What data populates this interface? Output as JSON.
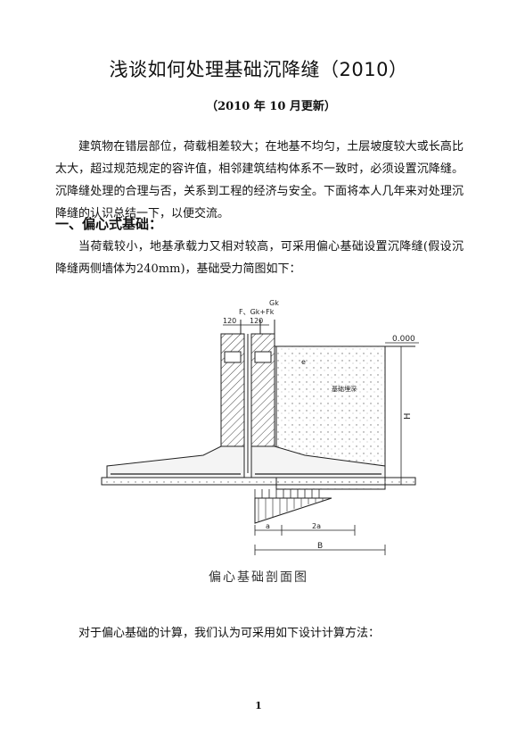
{
  "title": "浅谈如何处理基础沉降缝（2010）",
  "subtitle": "（2010 年 10 月更新）",
  "intro": "建筑物在错层部位，荷载相差较大；在地基不均匀，土层坡度较大或长高比太大，超过规范规定的容许值，相邻建筑结构体系不一致时，必须设置沉降缝。沉降缝处理的合理与否，关系到工程的经济与安全。下面将本人几年来对处理沉降缝的认识总结一下，以便交流。",
  "section1": {
    "heading": "一、偏心式基础：",
    "body": "当荷载较小，地基承载力又相对较高，可采用偏心基础设置沉降缝(假设沉降缝两侧墙体为240mm)，基础受力简图如下：",
    "after_figure": "对于偏心基础的计算，我们认为可采用如下设计计算方法："
  },
  "figure": {
    "load_label": "F、Gk+Fk",
    "load_label2": "Gk",
    "dim_left": "120",
    "dim_right": "120",
    "elevation": "0.000",
    "soil_label": "基础埋深",
    "height_label": "H",
    "e_label": "e",
    "a_label": "a",
    "two_a_label": "2a",
    "width_label": "B",
    "caption": "偏心基础剖面图"
  },
  "page_number": "1"
}
